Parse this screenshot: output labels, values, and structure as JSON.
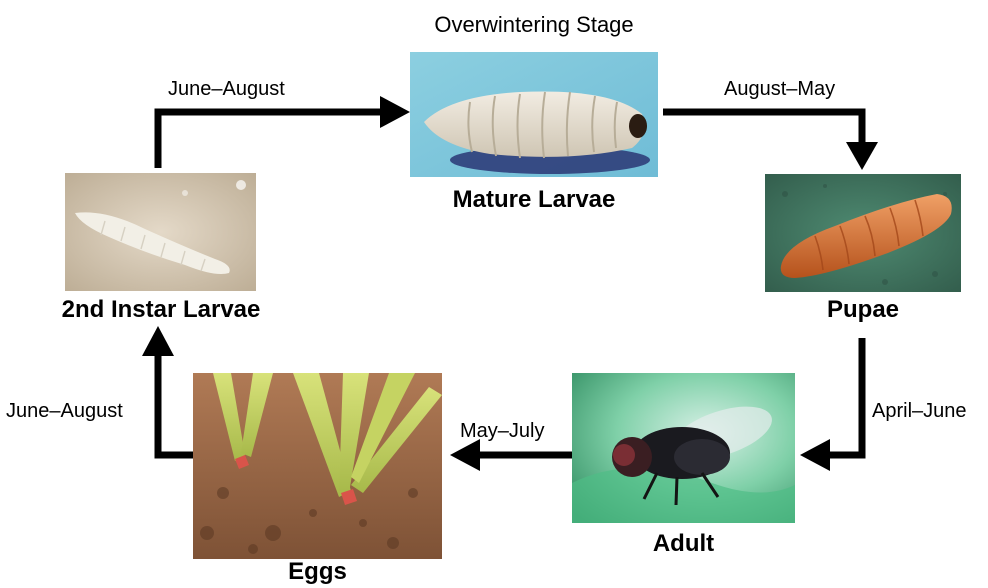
{
  "diagram": {
    "note": "Overwintering Stage",
    "stages": {
      "mature_larvae": "Mature Larvae",
      "pupae": "Pupae",
      "adult": "Adult",
      "eggs": "Eggs",
      "second_instar": "2nd Instar Larvae"
    },
    "transitions": {
      "second_instar_to_mature": "June–August",
      "mature_to_pupae": "August–May",
      "pupae_to_adult": "April–June",
      "adult_to_eggs": "May–July",
      "eggs_to_second_instar": "June–August"
    },
    "photos": {
      "mature_larvae": "mature-larva-photo",
      "pupae": "pupa-photo",
      "adult": "adult-fly-photo",
      "eggs": "eggs-photo",
      "second_instar": "second-instar-larva-photo"
    }
  }
}
